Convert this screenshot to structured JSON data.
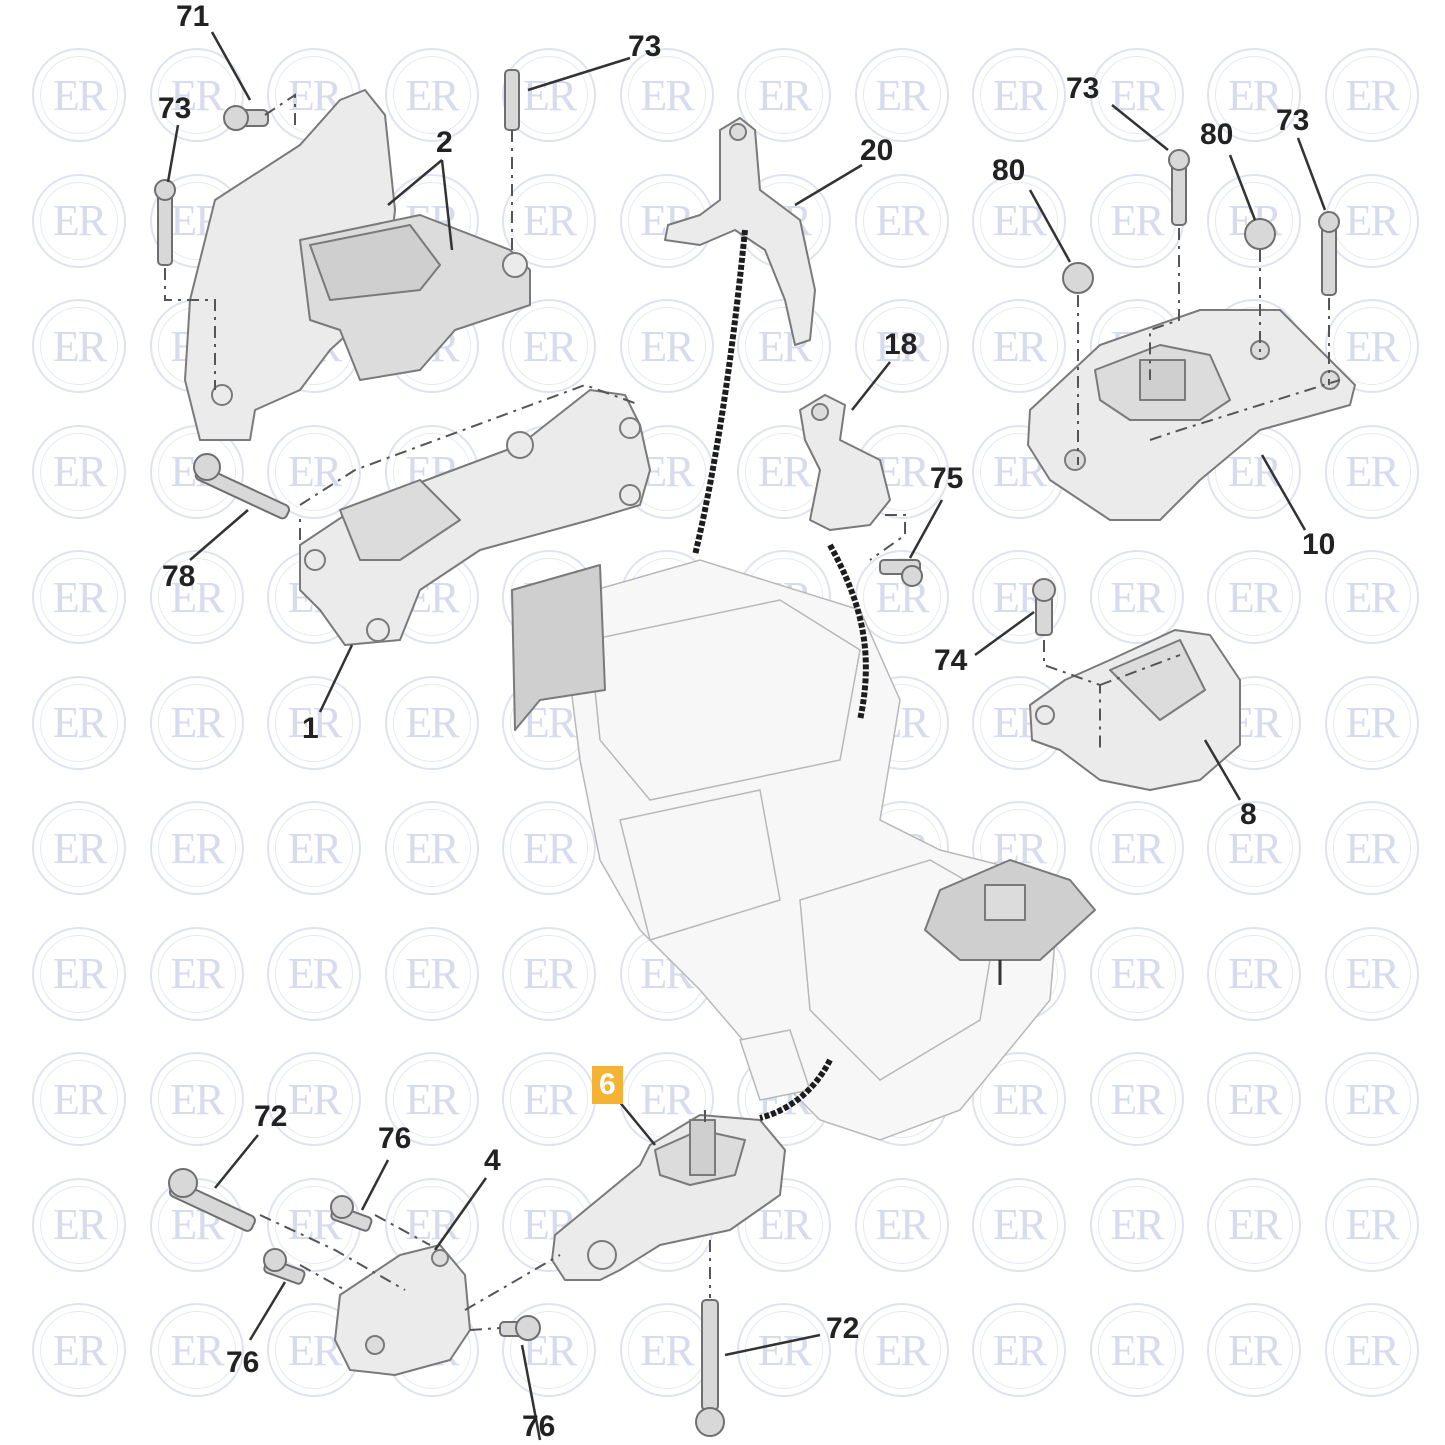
{
  "watermark": {
    "text": "ER",
    "color": "#d6dbee"
  },
  "highlight_color": "#f5b335",
  "callouts": {
    "c71": "71",
    "c73_a": "73",
    "c73_b": "73",
    "c73_c": "73",
    "c73_d": "73",
    "c2": "2",
    "c20": "20",
    "c80_a": "80",
    "c80_b": "80",
    "c18": "18",
    "c75": "75",
    "c10": "10",
    "c78": "78",
    "c1": "1",
    "c74": "74",
    "c8": "8",
    "c6": "6",
    "c72_a": "72",
    "c72_b": "72",
    "c76_a": "76",
    "c76_b": "76",
    "c76_c": "76",
    "c4": "4"
  }
}
